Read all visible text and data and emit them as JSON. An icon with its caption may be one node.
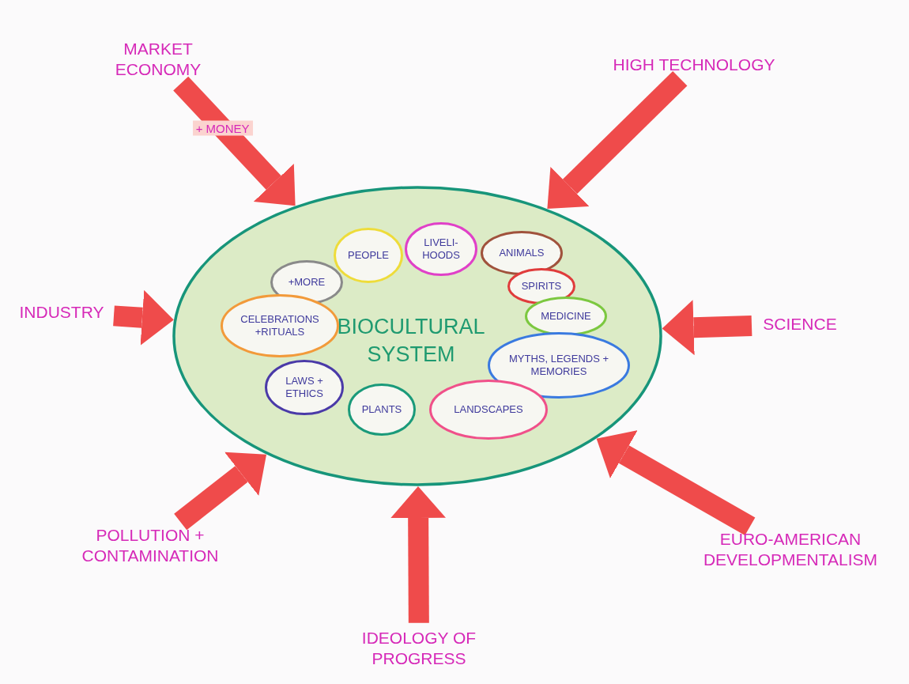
{
  "diagram": {
    "nodes": [
      {
        "text": [
          "MARKET ECONOMY"
        ]
      },
      {
        "text": [
          "HIGH TECHNOLOGY"
        ]
      },
      {
        "text": [
          "INDUSTRY"
        ]
      },
      {
        "text": [
          "BIOCULTURAL SYSTEM"
        ]
      },
      {
        "text": [
          "PEOPLE"
        ],
        "in": 3
      },
      {
        "text": [
          "LIVELI-HOODS"
        ],
        "in": 3
      },
      {
        "text": [
          "ANIMALS"
        ],
        "in": 3
      },
      {
        "text": [
          "+MORE"
        ],
        "in": 3
      },
      {
        "text": [
          "SPIRITS"
        ],
        "in": 3
      },
      {
        "text": [
          "MEDICINE"
        ],
        "in": 3
      },
      {
        "text": [
          "CELEBRATIONS +RITUALS"
        ],
        "in": 3
      },
      {
        "text": [
          "MYTHS, LEGENDS + MEMORIES"
        ],
        "in": 3
      },
      {
        "text": [
          "LAWS + ETHICS"
        ],
        "in": 3
      },
      {
        "text": [
          "PLANTS"
        ],
        "in": 3
      },
      {
        "text": [
          "LANDSCAPES"
        ],
        "in": 3
      },
      {
        "text": [
          "SCIENCE"
        ]
      },
      {
        "text": [
          "POLLUTION + CONTAMINATION"
        ]
      },
      {
        "text": [
          "IDEOLOGY OF PROGRESS"
        ]
      },
      {
        "text": [
          "EURO-AMERICAN DEVELOPMENTALISM"
        ]
      }
    ],
    "edges": [
      {
        "from": 0,
        "to": 3,
        "arrow": "to",
        "label": "+ MONEY"
      },
      {
        "from": 1,
        "to": 3,
        "arrow": "to"
      },
      {
        "from": 2,
        "to": 3,
        "arrow": "to"
      },
      {
        "from": 15,
        "to": 3,
        "arrow": "to"
      },
      {
        "from": 16,
        "to": 3,
        "arrow": "to"
      },
      {
        "from": 17,
        "to": 3,
        "arrow": "to"
      },
      {
        "from": 18,
        "to": 3,
        "arrow": "to"
      }
    ]
  }
}
